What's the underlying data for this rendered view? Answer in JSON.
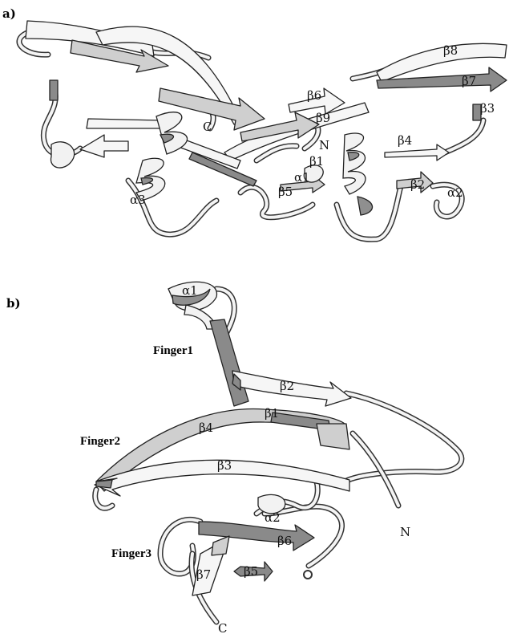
{
  "panels": [
    {
      "id": "a",
      "label": "a)",
      "annotations": {
        "b8": "β8",
        "b7": "β7",
        "b3": "β3",
        "b6": "β6",
        "b9": "β9",
        "c_term": "C",
        "n_term": "N",
        "b4": "β4",
        "b1": "β1",
        "a1": "α1",
        "b5": "β5",
        "b2": "β2",
        "a2": "α2",
        "a3": "α3"
      }
    },
    {
      "id": "b",
      "label": "b)",
      "annotations": {
        "a1": "α1",
        "finger1": "Finger1",
        "b2": "β2",
        "b1": "β1",
        "finger2": "Finger2",
        "b4": "β4",
        "b3": "β3",
        "a2": "α2",
        "n_term": "N",
        "b6": "β6",
        "finger3": "Finger3",
        "b7": "β7",
        "b5": "β5",
        "c_term": "C"
      }
    }
  ]
}
